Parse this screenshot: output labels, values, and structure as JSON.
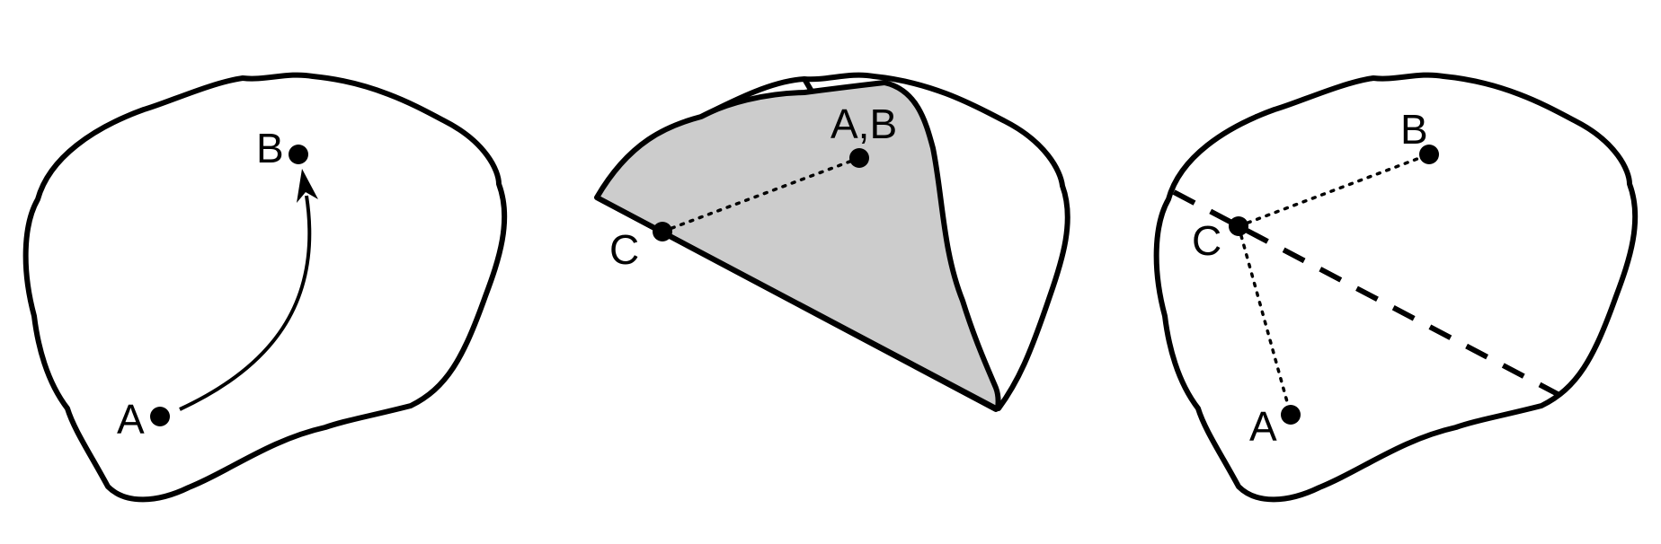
{
  "panels": [
    {
      "points": [
        {
          "label": "A"
        },
        {
          "label": "B"
        }
      ]
    },
    {
      "points": [
        {
          "label": "A,B"
        },
        {
          "label": "C"
        }
      ]
    },
    {
      "points": [
        {
          "label": "A"
        },
        {
          "label": "B"
        },
        {
          "label": "C"
        }
      ]
    }
  ],
  "colors": {
    "stroke": "#000000",
    "shaded_region": "#cccccc",
    "background": "#ffffff"
  }
}
